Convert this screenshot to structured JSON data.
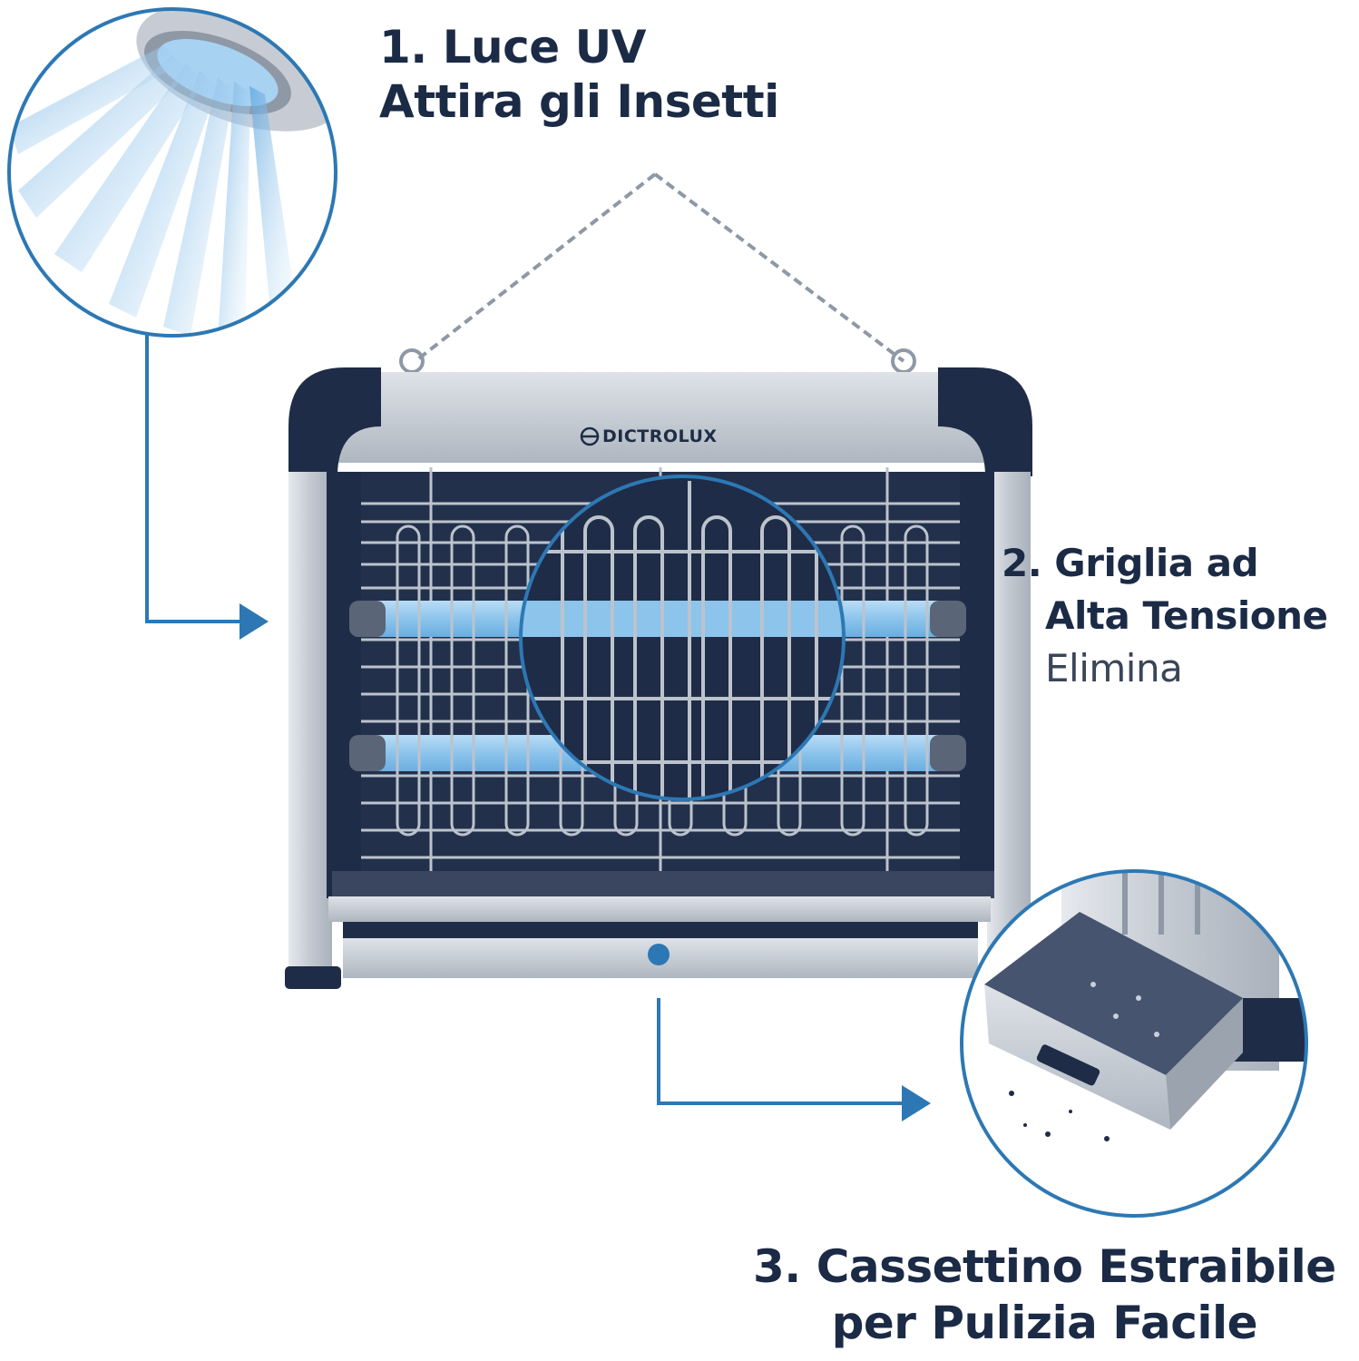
{
  "brand": "DICTROLUX",
  "features": [
    {
      "lines": [
        "1. Luce UV",
        "Attira gli Insetti"
      ]
    },
    {
      "lines": [
        "2. Griglia ad",
        "Alta Tensione",
        "Elimina"
      ]
    },
    {
      "lines": [
        "3. Cassettino Estraibile",
        "per Pulizia Facile"
      ]
    }
  ],
  "colors": {
    "navy": "#1f2c47",
    "accent_blue": "#2d78b4",
    "uv_blue": "#8cc4ec",
    "frame_silver": "#bcc3cc"
  }
}
